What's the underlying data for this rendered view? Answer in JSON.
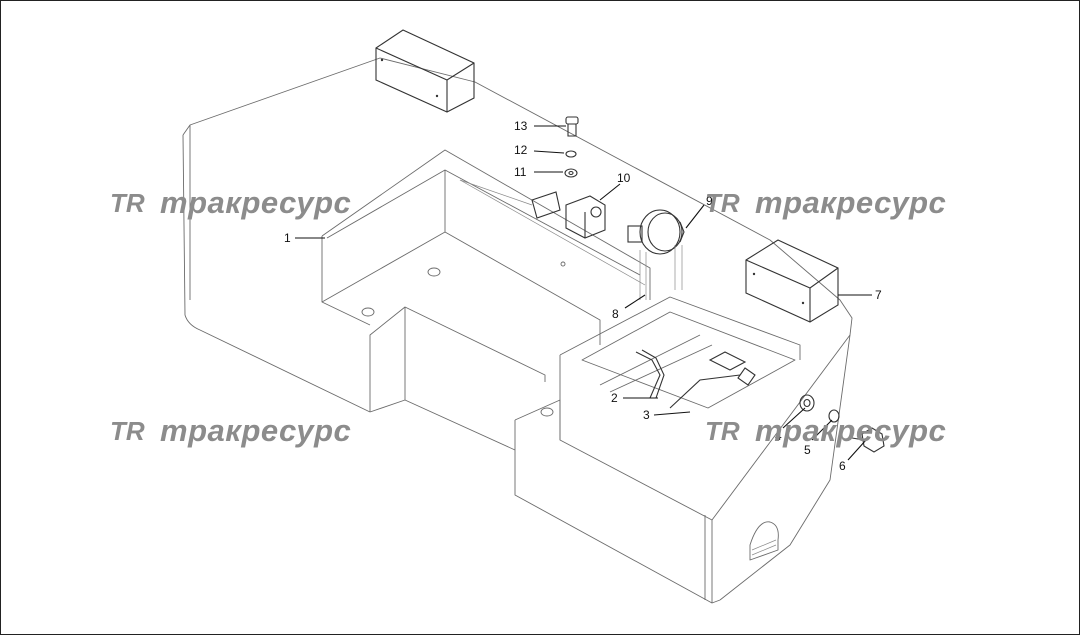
{
  "watermark": {
    "text": "тракресурс",
    "logo": "TR"
  },
  "callouts": [
    {
      "label": "1"
    },
    {
      "label": "2"
    },
    {
      "label": "3"
    },
    {
      "label": "4"
    },
    {
      "label": "5"
    },
    {
      "label": "6"
    },
    {
      "label": "7"
    },
    {
      "label": "8"
    },
    {
      "label": "9"
    },
    {
      "label": "10"
    },
    {
      "label": "11"
    },
    {
      "label": "12"
    },
    {
      "label": "13"
    }
  ],
  "colors": {
    "line": "#6b6b6b",
    "watermark": "#8c8c8c",
    "callout": "#111111"
  }
}
